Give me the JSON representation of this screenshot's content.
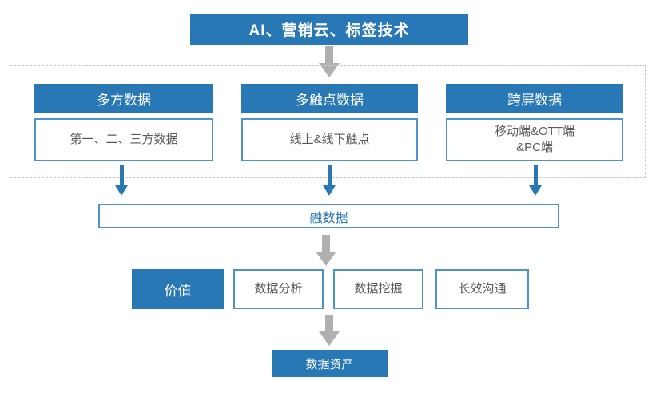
{
  "colors": {
    "primary_blue": "#2878b6",
    "border_blue": "#4d94cb",
    "gray_text": "#595959",
    "arrow_gray": "#b0b0b0",
    "dash_gray": "#c9c9c9"
  },
  "title": {
    "label": "AI、营销云、标签技术"
  },
  "data_sources": {
    "columns": [
      {
        "header": "多方数据",
        "lines": [
          "第一、二、三方数据"
        ]
      },
      {
        "header": "多触点数据",
        "lines": [
          "线上&线下触点"
        ]
      },
      {
        "header": "跨屏数据",
        "lines": [
          "移动端&OTT端",
          "&PC端"
        ]
      }
    ]
  },
  "fusion": {
    "label": "融数据"
  },
  "value_row": {
    "label": "价值",
    "items": [
      "数据分析",
      "数据挖掘",
      "长效沟通"
    ]
  },
  "result": {
    "label": "数据资产"
  }
}
